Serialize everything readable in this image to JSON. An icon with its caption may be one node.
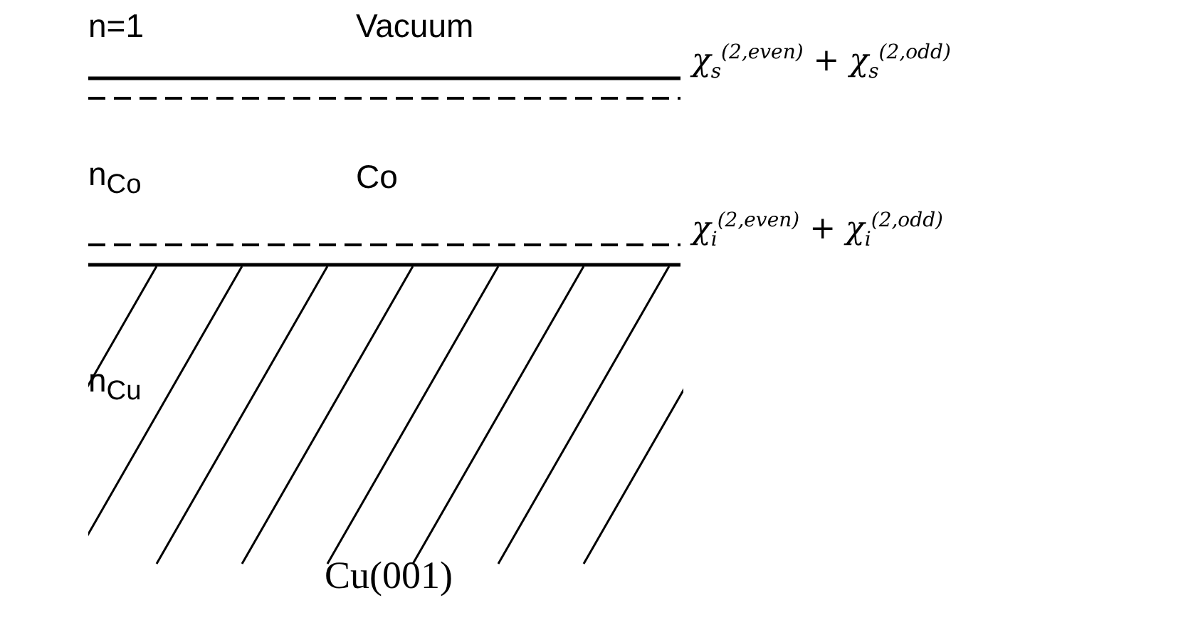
{
  "diagram": {
    "labels": [
      "n=1",
      "Vacuum",
      "χ$_{s}$$^{(2,even)}$ + χ$_{s}$$^{(2,odd)}$",
      "n$_{Co}$",
      "Co",
      "χ$_{i}$$^{(2,even)}$ + χ$_{i}$$^{(2,odd)}$",
      "n$_{Cu}$",
      "Cu(001)"
    ]
  }
}
